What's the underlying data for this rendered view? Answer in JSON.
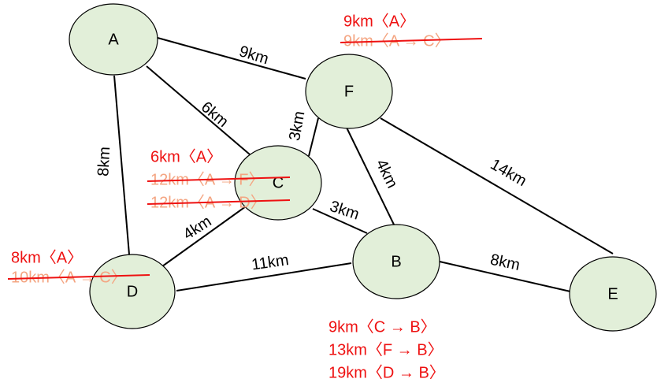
{
  "colors": {
    "node_fill": "#e2efd9",
    "node_stroke": "#000000",
    "edge": "#000000",
    "annotation_active": "#ee1111",
    "annotation_struck_text": "#f4a582",
    "strike_line": "#ee1111"
  },
  "nodes": [
    {
      "id": "A",
      "label": "A"
    },
    {
      "id": "F",
      "label": "F"
    },
    {
      "id": "C",
      "label": "C"
    },
    {
      "id": "B",
      "label": "B"
    },
    {
      "id": "D",
      "label": "D"
    },
    {
      "id": "E",
      "label": "E"
    }
  ],
  "edges": [
    {
      "from": "A",
      "to": "F",
      "label": "9km"
    },
    {
      "from": "A",
      "to": "C",
      "label": "6km"
    },
    {
      "from": "A",
      "to": "D",
      "label": "8km"
    },
    {
      "from": "F",
      "to": "C",
      "label": "3km"
    },
    {
      "from": "F",
      "to": "B",
      "label": "4km"
    },
    {
      "from": "F",
      "to": "E",
      "label": "14km"
    },
    {
      "from": "C",
      "to": "B",
      "label": "3km"
    },
    {
      "from": "C",
      "to": "D",
      "label": "4km"
    },
    {
      "from": "D",
      "to": "B",
      "label": "11km"
    },
    {
      "from": "B",
      "to": "E",
      "label": "8km"
    }
  ],
  "annotations": {
    "F": [
      {
        "text": "9km〈A〉",
        "struck": false
      },
      {
        "text": "9km〈A → C〉",
        "struck": true
      }
    ],
    "C": [
      {
        "text": "6km〈A〉",
        "struck": false
      },
      {
        "text": "12km〈A → F〉",
        "struck": true
      },
      {
        "text": "12km〈A → D〉",
        "struck": true
      }
    ],
    "D": [
      {
        "text": "8km〈A〉",
        "struck": false
      },
      {
        "text": "10km〈A → C〉",
        "struck": true
      }
    ],
    "B": [
      {
        "text": "9km〈C → B〉",
        "struck": false
      },
      {
        "text": "13km〈F → B〉",
        "struck": false
      },
      {
        "text": "19km〈D → B〉",
        "struck": false
      }
    ]
  }
}
